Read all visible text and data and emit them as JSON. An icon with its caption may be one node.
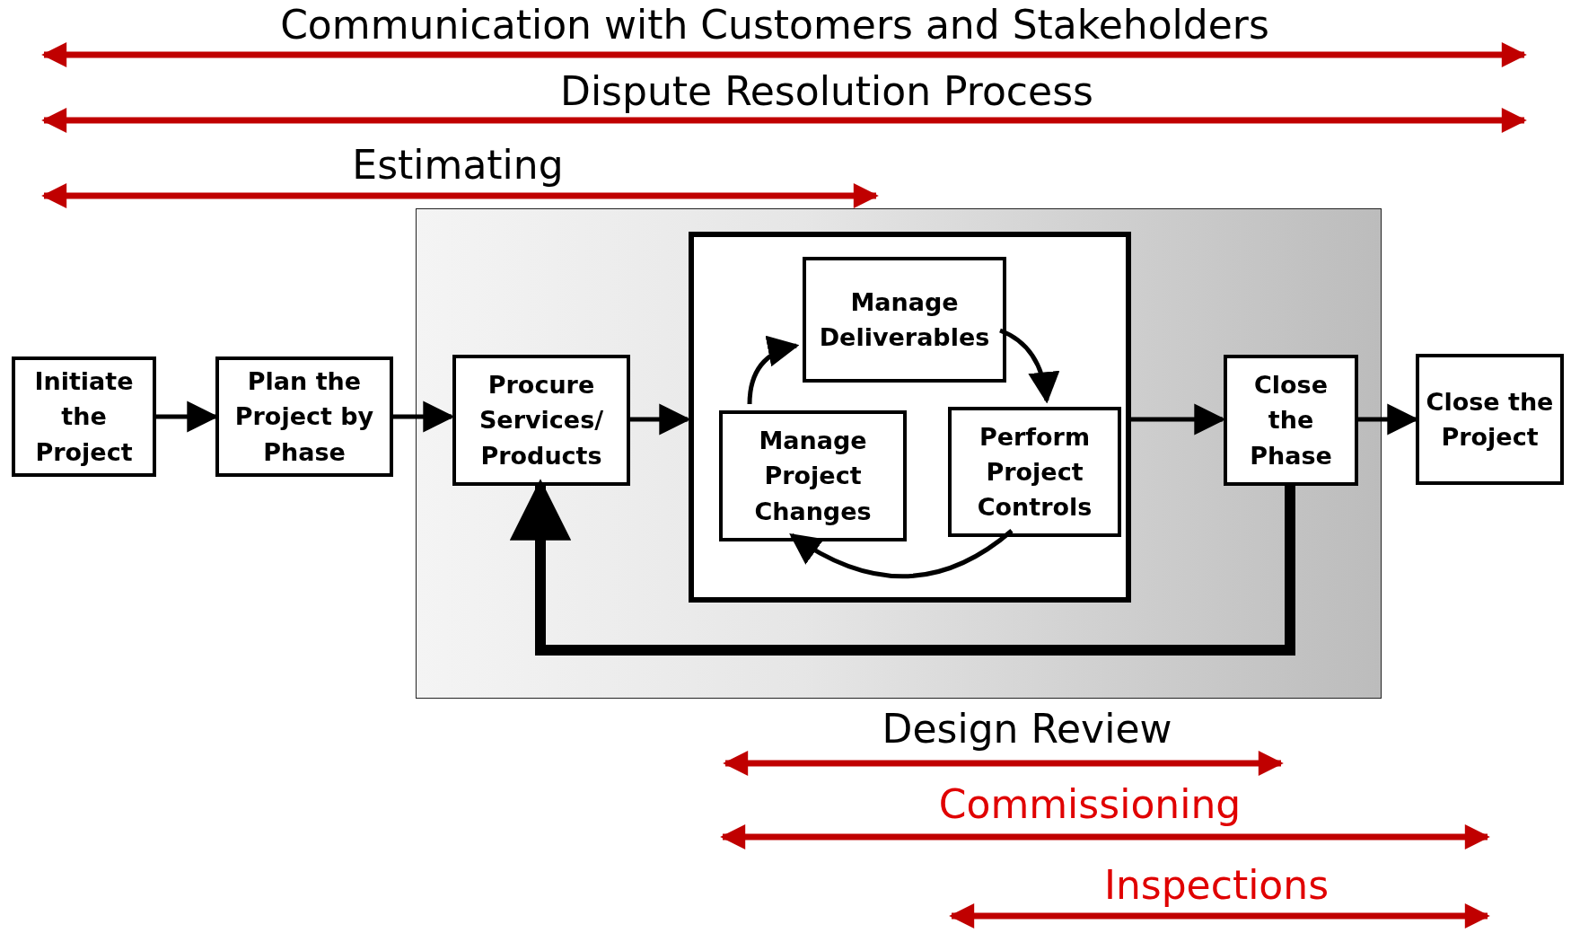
{
  "diagram": {
    "nodes": [
      {
        "text": [
          "Initiate the Project"
        ]
      },
      {
        "text": [
          "Plan the Project by Phase"
        ]
      },
      {
        "text": [],
        "shape": "box"
      },
      {
        "text": [
          "Procure Services/ Products"
        ],
        "in": 2
      },
      {
        "text": [],
        "shape": "box",
        "in": 2
      },
      {
        "text": [
          "Manage Deliverables"
        ],
        "in": 4
      },
      {
        "text": [
          "Manage Project Changes"
        ],
        "in": 4
      },
      {
        "text": [
          "Perform Project Controls"
        ],
        "in": 4
      },
      {
        "text": [
          "Close the Phase"
        ],
        "in": 2
      },
      {
        "text": [
          "Close the Project"
        ]
      }
    ],
    "edges": [
      {
        "from": 0,
        "to": 1,
        "arrow": "to"
      },
      {
        "from": 1,
        "to": 3,
        "arrow": "to"
      },
      {
        "from": 3,
        "to": 4,
        "arrow": "to"
      },
      {
        "from": 4,
        "to": 8,
        "arrow": "to"
      },
      {
        "from": 8,
        "to": 9,
        "arrow": "to"
      },
      {
        "from": 8,
        "to": 3,
        "arrow": "to",
        "style": "thick"
      },
      {
        "from": 5,
        "to": 7,
        "arrow": "to"
      },
      {
        "from": 7,
        "to": 6,
        "arrow": "to"
      },
      {
        "from": 6,
        "to": 5,
        "arrow": "to"
      }
    ],
    "labels": [
      "Communication with Customers and Stakeholders",
      "Dispute Resolution Process",
      "Estimating",
      "Design Review",
      "Commissioning",
      "Inspections"
    ]
  }
}
